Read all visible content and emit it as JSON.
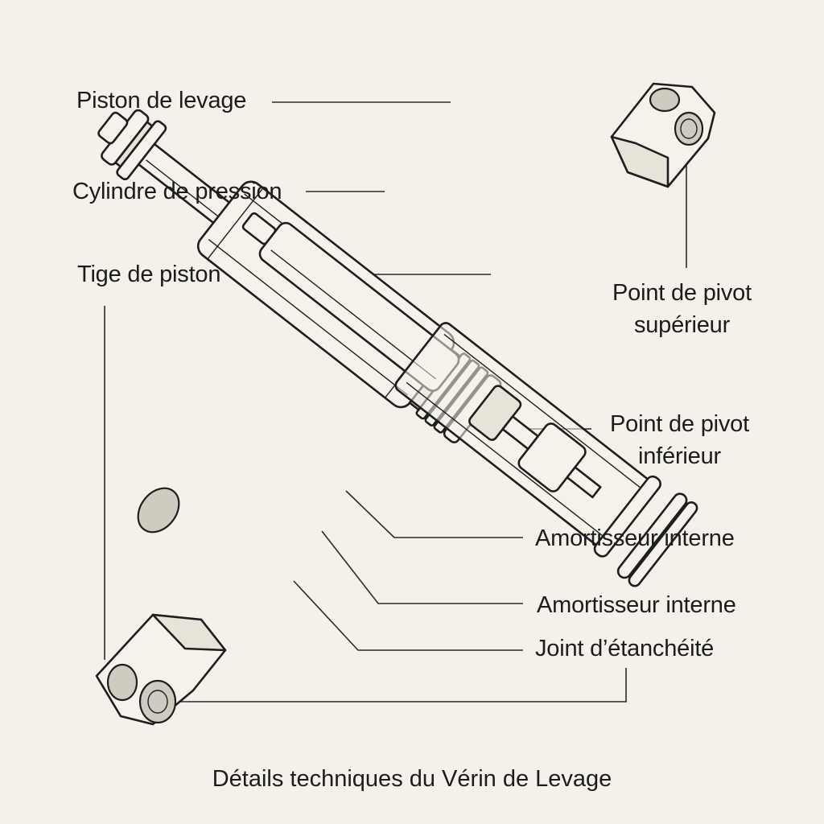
{
  "labels": {
    "piston": "Piston de levage",
    "cylinder": "Cylindre de pression",
    "rod": "Tige de piston",
    "pivot_top_1": "Point de pivot",
    "pivot_top_2": "supérieur",
    "pivot_bottom_1": "Point de pivot",
    "pivot_bottom_2": "inférieur",
    "damper_1": "Amortisseur interne",
    "damper_2": "Amortisseur interne",
    "seal": "Joint d’étanchéité"
  },
  "caption": "Détails techniques du Vérin de Levage",
  "colors": {
    "background": "#f3f1e9",
    "line": "#1e1e1e",
    "fill": "#f4f2ea",
    "shade": "#e6e3d8"
  }
}
